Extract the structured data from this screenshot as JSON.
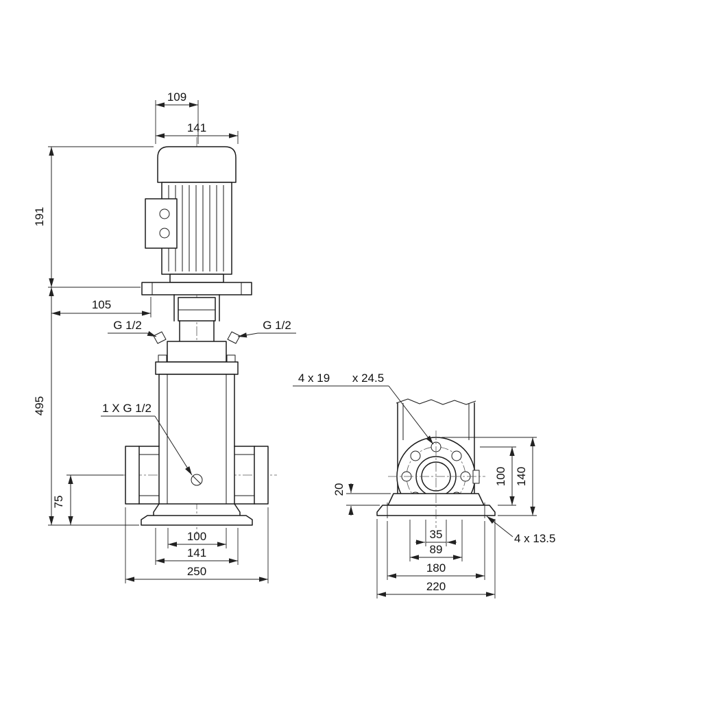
{
  "drawing": {
    "front": {
      "dim_109": "109",
      "dim_141_motor": "141",
      "dim_191": "191",
      "dim_105": "105",
      "port_left": "G 1/2",
      "port_right": "G 1/2",
      "dim_495": "495",
      "drain_port": "1 X G 1/2",
      "dim_75": "75",
      "dim_100": "100",
      "dim_141_base": "141",
      "dim_250": "250"
    },
    "side": {
      "flange_holes": "4 x 19",
      "flange_spotface": "x 24.5",
      "dim_20": "20",
      "dim_100": "100",
      "dim_140": "140",
      "dim_35": "35",
      "dim_89": "89",
      "dim_180": "180",
      "dim_220": "220",
      "base_holes": "4 x 13.5"
    },
    "colors": {
      "line": "#1a1a1a",
      "background": "#ffffff"
    }
  }
}
